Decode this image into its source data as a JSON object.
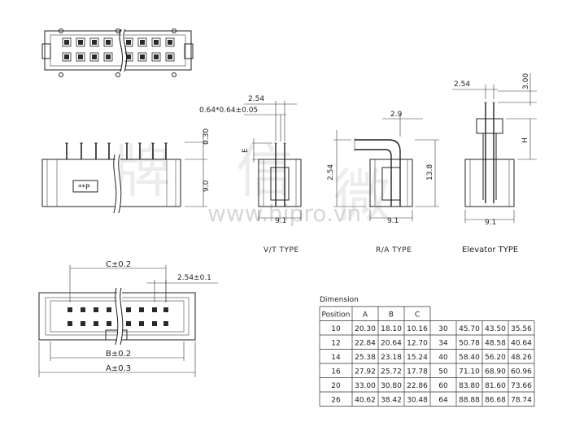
{
  "watermark": {
    "url": "www.hipro.vn",
    "chinese_chars": [
      "牌",
      "信",
      "微"
    ]
  },
  "side_view": {
    "marking": "**P"
  },
  "dims": {
    "vt_pitch": "2.54",
    "vt_pin_size": "0.64*0.64±0.05",
    "vt_height_a": "0.30",
    "vt_e": "E",
    "vt_body_h": "9.0",
    "vt_width": "9.1",
    "ra_pitch": "2.9",
    "ra_row": "2.54",
    "ra_height": "13.8",
    "ra_width": "9.1",
    "el_pitch": "2.54",
    "el_top": "3.00",
    "el_h": "H",
    "el_width": "9.1",
    "top_c": "C±0.2",
    "top_pitch": "2.54±0.1",
    "top_b": "B±0.2",
    "top_a": "A±0.3"
  },
  "types": {
    "vt": "V/T  TYPE",
    "ra": "R/A  TYPE",
    "elevator": "Elevator  TYPE"
  },
  "table": {
    "title": "Dimension",
    "headers": [
      "Position",
      "A",
      "B",
      "C"
    ],
    "rows_left": [
      [
        "10",
        "20.30",
        "18.10",
        "10.16"
      ],
      [
        "12",
        "22.84",
        "20.64",
        "12.70"
      ],
      [
        "14",
        "25.38",
        "23.18",
        "15.24"
      ],
      [
        "16",
        "27.92",
        "25.72",
        "17.78"
      ],
      [
        "20",
        "33.00",
        "30.80",
        "22.86"
      ],
      [
        "26",
        "40.62",
        "38.42",
        "30.48"
      ]
    ],
    "rows_right": [
      [
        "30",
        "45.70",
        "43.50",
        "35.56"
      ],
      [
        "34",
        "50.78",
        "48.58",
        "40.64"
      ],
      [
        "40",
        "58.40",
        "56.20",
        "48.26"
      ],
      [
        "50",
        "71.10",
        "68.90",
        "60.96"
      ],
      [
        "60",
        "83.80",
        "81.60",
        "73.66"
      ],
      [
        "64",
        "88.88",
        "86.68",
        "78.74"
      ]
    ]
  }
}
